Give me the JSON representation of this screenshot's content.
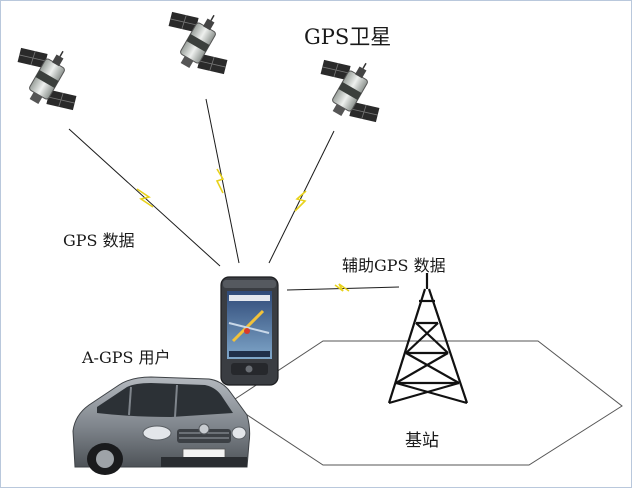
{
  "labels": {
    "satellites": "GPS卫星",
    "gps_data": "GPS 数据",
    "assist_data": "辅助GPS 数据",
    "agps_user": "A-GPS 用户",
    "base_station": "基站"
  },
  "colors": {
    "signal_line": "#1a1a1a",
    "signal_bolt": "#e8d21c",
    "satellite_body": "#cfd3cf",
    "satellite_panel": "#2a2a2a",
    "coverage_outline": "#555555",
    "tower": "#111111",
    "phone_body": "#3a3d42",
    "phone_screen": "#5a7fb0",
    "car_body": "#8a8f95"
  }
}
